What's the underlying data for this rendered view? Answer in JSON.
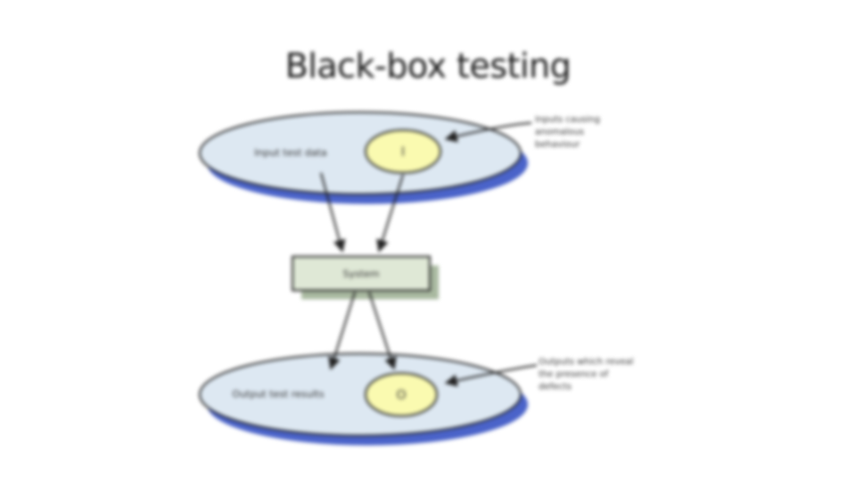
{
  "title": "Black-box testing",
  "input_set": {
    "label": "Input test data",
    "subset_label": "I"
  },
  "system": {
    "label": "System"
  },
  "output_set": {
    "label": "Output test results",
    "subset_label": "O"
  },
  "input_note": {
    "lines": [
      "Inputs causing",
      "anomalous",
      "behaviour"
    ]
  },
  "output_note": {
    "lines": [
      "Outputs which reveal",
      "the presence of",
      "defects"
    ]
  },
  "colors": {
    "ellipse_fill": "#dde8f2",
    "ellipse_shadow": "#4a63c9",
    "subset_fill": "#fafab0",
    "system_fill": "#dfe8d6",
    "system_shadow": "#a9b9a0",
    "stroke": "#222222"
  }
}
